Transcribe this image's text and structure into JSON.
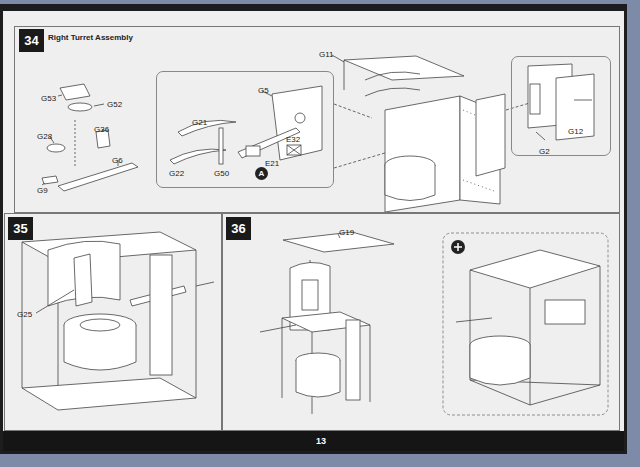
{
  "diagram": {
    "nodes": [
      {
        "text": [
          "Right Turret Assembly",
          "G53",
          "G52",
          "G28",
          "G36",
          "G6",
          "G9",
          "G11"
        ]
      },
      {
        "text": [
          "34"
        ],
        "in": 0
      },
      {
        "text": [
          "G5",
          "G21",
          "G22",
          "G50",
          "E21",
          "E32"
        ],
        "in": 0
      },
      {
        "text": [
          "A"
        ],
        "in": 2
      },
      {
        "text": [
          "G2",
          "G12"
        ],
        "in": 0
      },
      {
        "text": [
          "G25"
        ]
      },
      {
        "text": [
          "35"
        ],
        "in": 5
      },
      {
        "text": [
          "G19"
        ]
      },
      {
        "text": [
          "36"
        ],
        "in": 7
      }
    ],
    "labels": [
      "13"
    ]
  }
}
